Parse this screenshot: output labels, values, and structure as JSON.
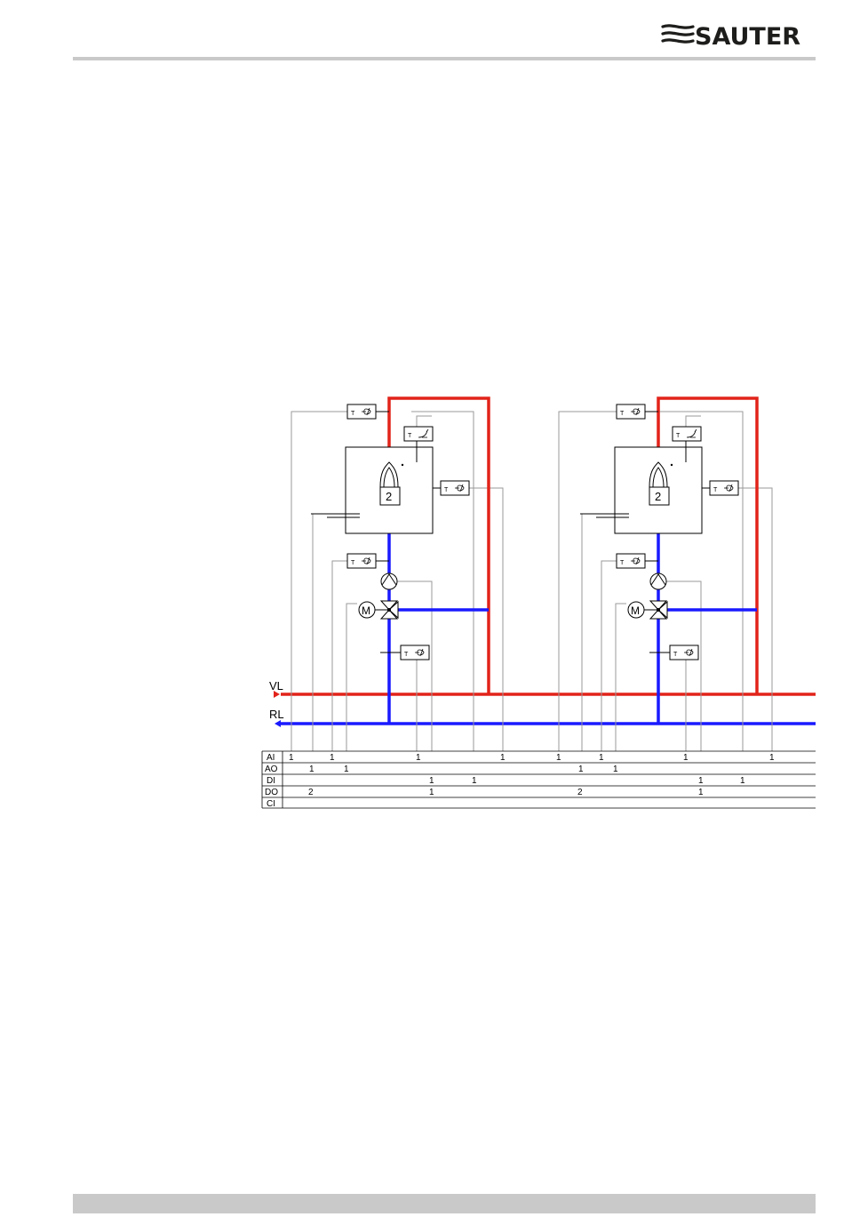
{
  "header": {
    "brand_text": "SAUTER",
    "brand_color": "#1d1d1b"
  },
  "diagram": {
    "colors": {
      "supply": "#e2231a",
      "return": "#1a1aff",
      "signal": "#9a9a9a"
    },
    "supply_label": "VL",
    "return_label": "RL",
    "units": [
      {
        "boiler_stage": "2",
        "pump_motor_label": "M",
        "sensor_label": "T"
      },
      {
        "boiler_stage": "2",
        "pump_motor_label": "M",
        "sensor_label": "T"
      }
    ],
    "io_table": {
      "rows": [
        {
          "label": "AI",
          "values": [
            "1",
            "1",
            "1",
            "1",
            "1",
            "1",
            "1",
            "1"
          ]
        },
        {
          "label": "AO",
          "values": [
            "1",
            "1",
            "1",
            "1"
          ]
        },
        {
          "label": "DI",
          "values": [
            "1",
            "1",
            "1",
            "1"
          ]
        },
        {
          "label": "DO",
          "values": [
            "2",
            "1",
            "2",
            "1"
          ]
        },
        {
          "label": "CI",
          "values": []
        }
      ]
    }
  }
}
